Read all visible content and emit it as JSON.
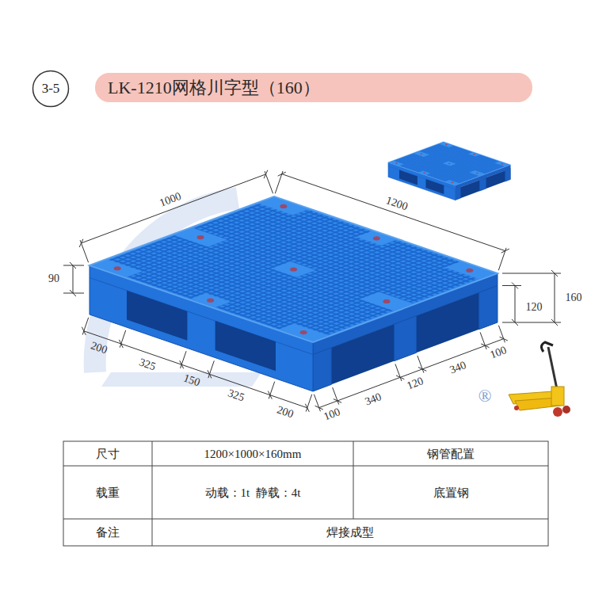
{
  "diagram": {
    "title": "LK-1210网格川字型（160）",
    "nodes": [
      {
        "text": [
          "3-5"
        ]
      }
    ],
    "labels": [
      "1000",
      "1200",
      "90",
      "160",
      "120",
      "200",
      "325",
      "150",
      "325",
      "200",
      "100",
      "340",
      "120",
      "340",
      "100",
      "®",
      "尺寸",
      "1200×1000×160mm",
      "钢管配置",
      "载重",
      "动载：1t  静载：4t",
      "底置钢",
      "备注",
      "焊接成型"
    ]
  }
}
